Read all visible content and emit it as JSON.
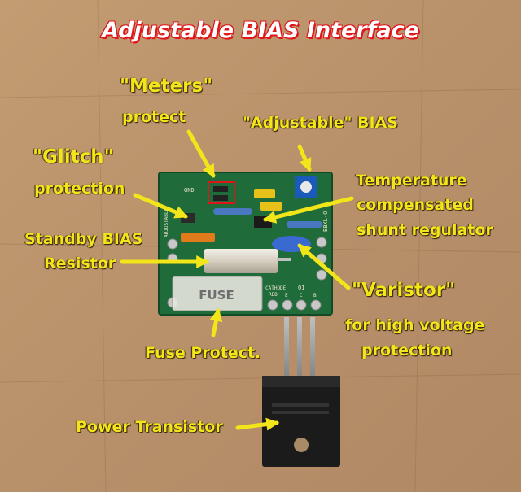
{
  "title": "Adjustable BIAS Interface",
  "labels": {
    "meters_quoted": "\"Meters\"",
    "meters_sub": "protect",
    "adjustable": "\"Adjustable\" BIAS",
    "glitch_quoted": "\"Glitch\"",
    "glitch_sub": "protection",
    "temp_1": "Temperature",
    "temp_2": "compensated",
    "temp_3": "shunt regulator",
    "standby_1": "Standby BIAS",
    "standby_2": "Resistor",
    "varistor_quoted": "\"Varistor\"",
    "varistor_sub_1": "for high voltage",
    "varistor_sub_2": "protection",
    "fuse": "Fuse Protect.",
    "power": "Power Transistor"
  },
  "pcb": {
    "silk_gnd": "GND",
    "silk_adjust": "ADJUSTABLE",
    "silk_cathode": "CATHODE",
    "silk_red": "RED",
    "silk_q1": "Q1",
    "silk_e": "E",
    "silk_c": "C",
    "silk_b": "B",
    "silk_board": "EBXL-O",
    "fuse_text": "FUSE"
  },
  "colors": {
    "label": "#f2e61a",
    "title_outline": "#e0151a",
    "board": "#1f6b3a",
    "background": "#b9926a"
  }
}
